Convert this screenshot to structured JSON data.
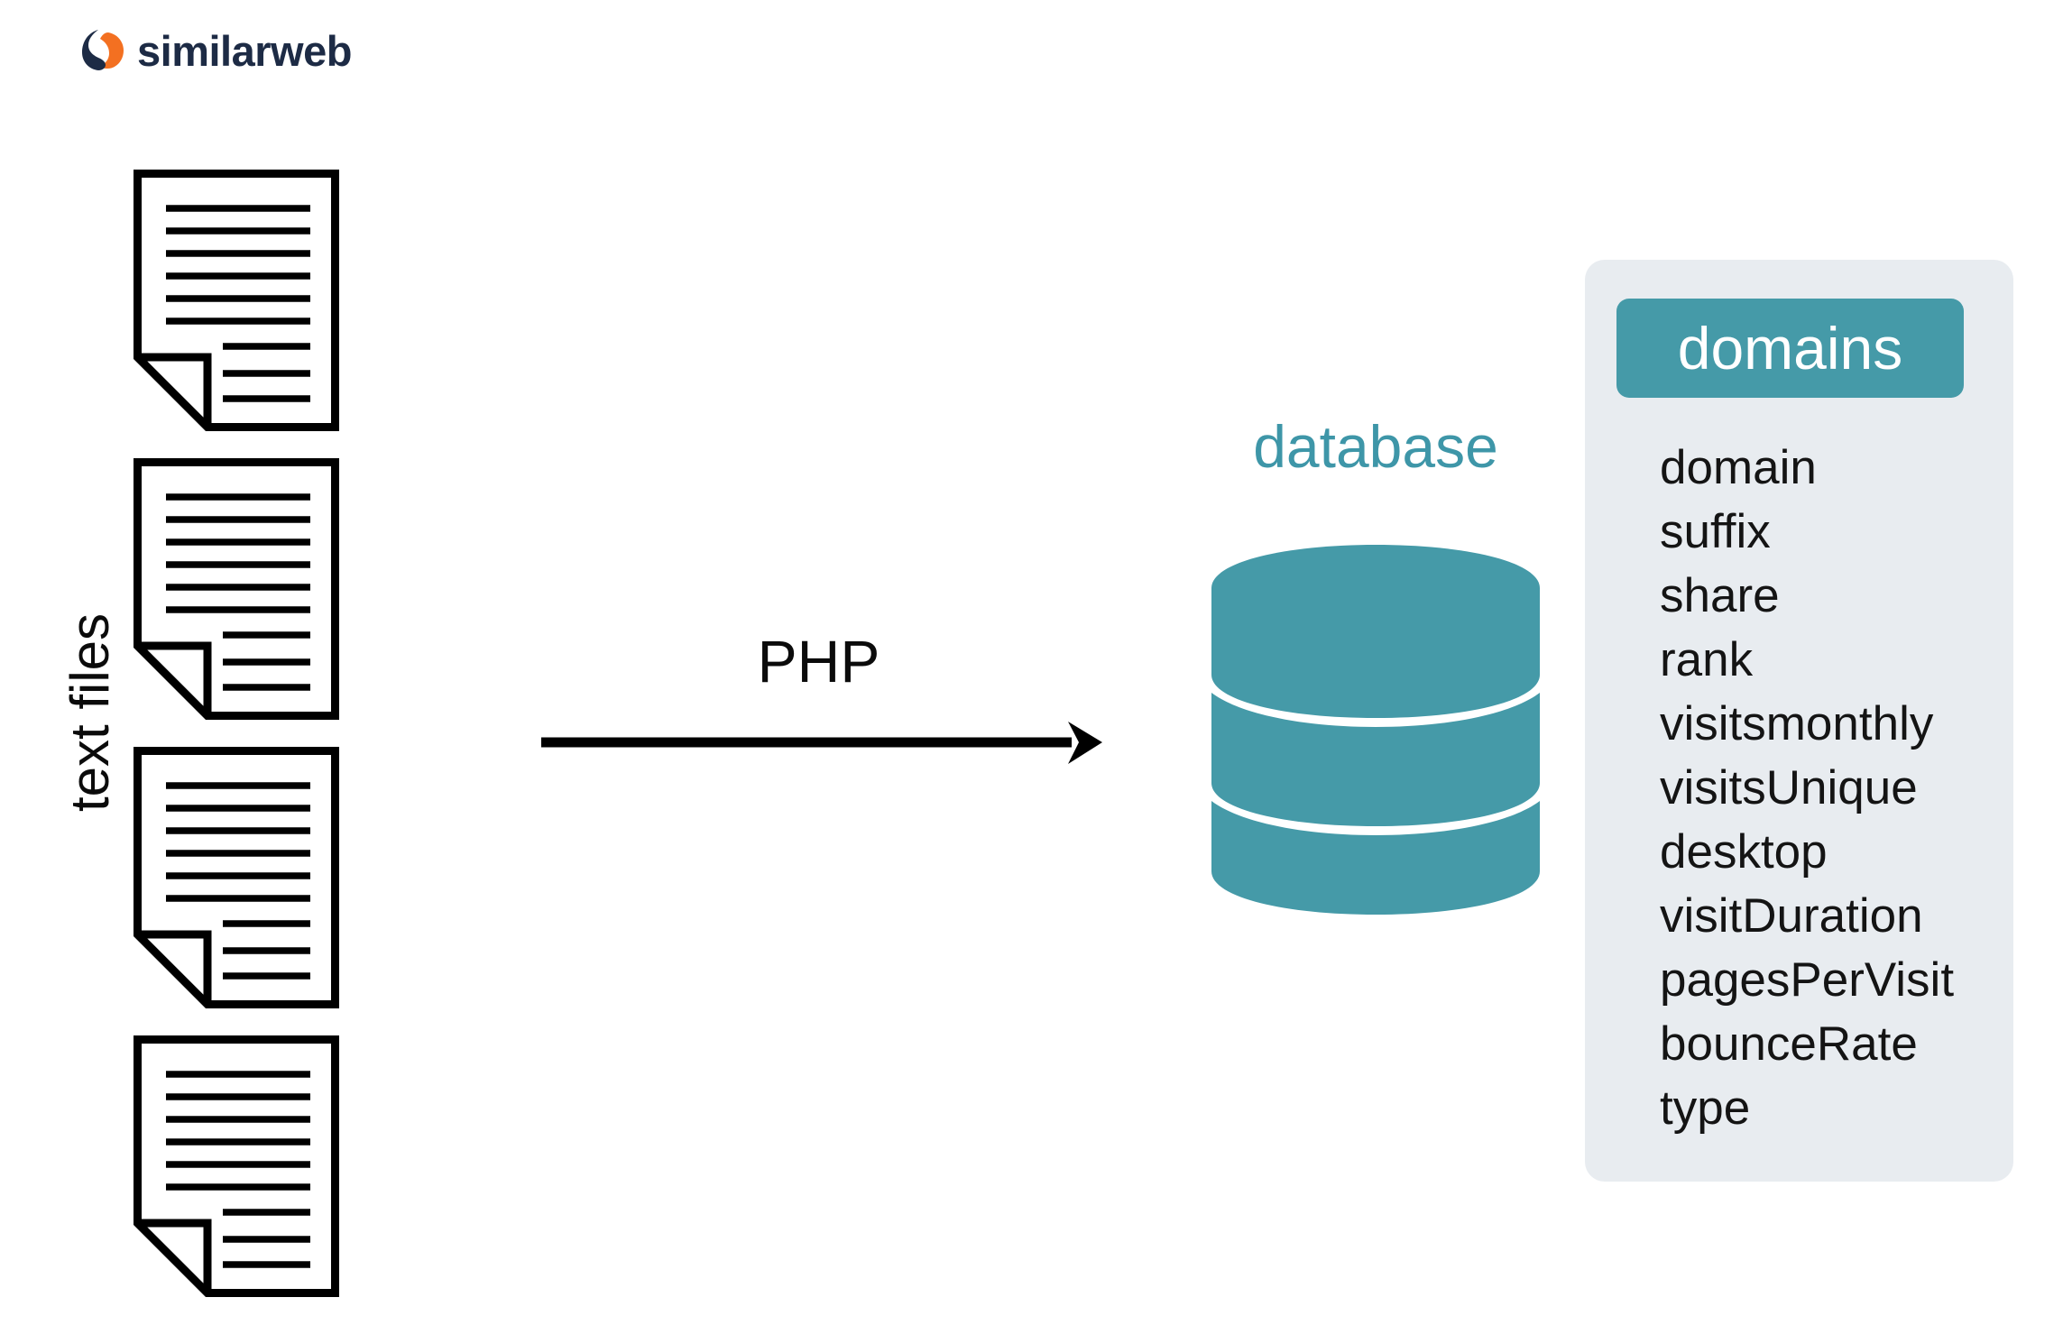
{
  "brand": {
    "name": "similarweb",
    "mark_icon": "similarweb-swoosh-icon",
    "text_color": "#1D2B45",
    "accent_color": "#F37021"
  },
  "diagram": {
    "type": "data-pipeline-flow",
    "source": {
      "label": "text files",
      "icon": "text-document-icon",
      "count": 4
    },
    "process": {
      "label": "PHP",
      "arrow_icon": "arrow-right-icon",
      "direction": "left-to-right"
    },
    "destination": {
      "label": "database",
      "icon": "database-cylinder-icon",
      "color": "#459AA8",
      "disc_count": 3
    },
    "table": {
      "name": "domains",
      "header_color": "#459AA8",
      "panel_color": "#E8ECF0",
      "fields": [
        "domain",
        "suffix",
        "share",
        "rank",
        "visitsmonthly",
        "visitsUnique",
        "desktop",
        "visitDuration",
        "pagesPerVisit",
        "bounceRate",
        "type"
      ]
    }
  }
}
